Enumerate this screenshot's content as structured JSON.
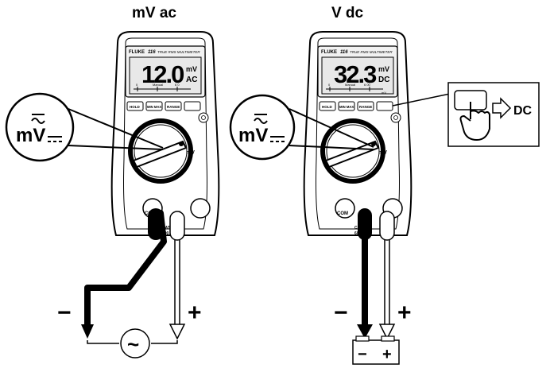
{
  "headings": {
    "left": "mV ac",
    "right": "V dc"
  },
  "meter": {
    "brand": "FLUKE",
    "model": "116",
    "model_caption": "TRUE RMS MULTIMETER",
    "buttons": [
      "HOLD",
      "MIN MAX",
      "RANGE"
    ],
    "dial_label": "mV",
    "jack_com": "COM",
    "jack_plus": "+",
    "cat_rating_line1": "CAT",
    "cat_rating_line2": "600 V"
  },
  "left_meter": {
    "reading": "12.0",
    "unit_top": "mV",
    "unit_bottom": "AC",
    "bargraph_labels": [
      "0",
      "Manual",
      "6 0"
    ]
  },
  "right_meter": {
    "reading": "32.3",
    "unit_top": "mV",
    "unit_bottom": "DC",
    "bargraph_labels": [
      "0",
      "Manual",
      "6 00",
      "mV"
    ]
  },
  "callout": {
    "mode_label": "mV"
  },
  "source_ac": {
    "minus": "−",
    "plus": "+",
    "symbol": "~"
  },
  "source_dc": {
    "minus": "−",
    "plus": "+",
    "battery_minus": "−",
    "battery_plus": "+"
  },
  "press_callout": {
    "label": "DC"
  },
  "colors": {
    "ink": "#000000",
    "body": "#ffffff",
    "lcd": "#e6e6e6",
    "panel": "#f2f2f2"
  }
}
